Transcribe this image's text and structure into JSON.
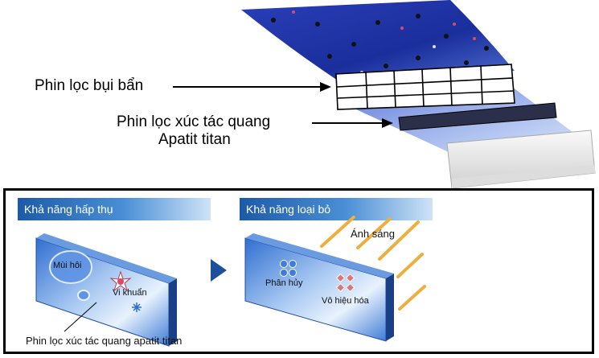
{
  "top": {
    "dust_filter_label": "Phin lọc bụi bẩn",
    "catalyst_filter_label_line1": "Phin lọc xúc tác quang",
    "catalyst_filter_label_line2": "Apatit titan"
  },
  "panels": {
    "left": {
      "title": "Khả năng hấp thụ",
      "odor_label": "Mùi hôi",
      "bacteria_label": "Vi khuẩn",
      "caption": "Phin lọc xúc tác quang apatit titan"
    },
    "right": {
      "title": "Khả năng loại bỏ",
      "light_label": "Ánh sáng",
      "decompose_label": "Phân hủy",
      "neutralize_label": "Vô hiệu hóa"
    }
  },
  "colors": {
    "airflow_blue": "#1f3fb0",
    "light_ray_orange": "#f0a020",
    "header_blue": "#1d5aa6"
  }
}
